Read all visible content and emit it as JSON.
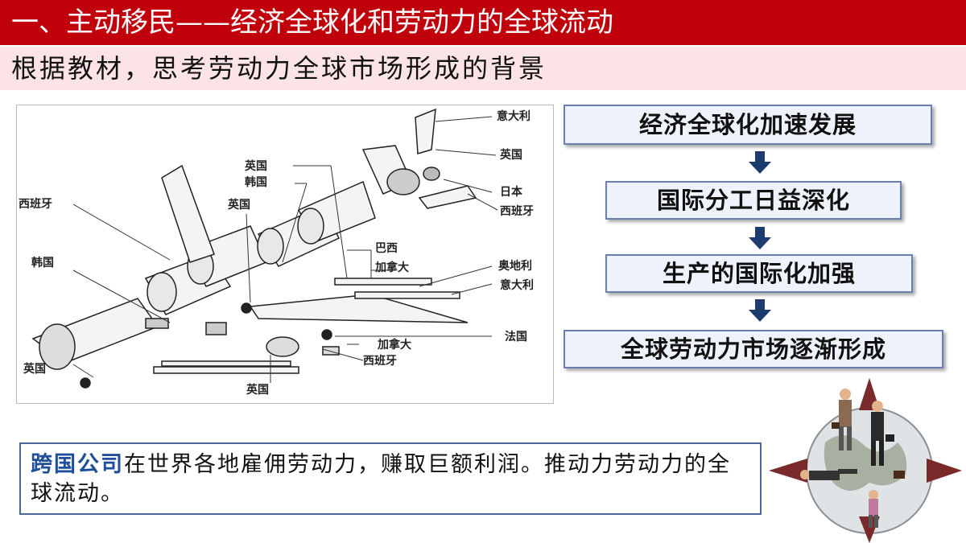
{
  "title": "一、主动移民——经济全球化和劳动力的全球流动",
  "subtitle": "根据教材，思考劳动力全球市场形成的背景",
  "diagram": {
    "labels": {
      "italy_top": "意大利",
      "uk_tail": "英国",
      "japan": "日本",
      "spain_tail": "西班牙",
      "uk_1": "英国",
      "korea_1": "韩国",
      "spain_left": "西班牙",
      "uk_2": "英国",
      "brazil": "巴西",
      "canada_1": "加拿大",
      "korea_2": "韩国",
      "austria": "奥地利",
      "italy_2": "意大利",
      "france": "法国",
      "canada_2": "加拿大",
      "spain_bottom": "西班牙",
      "uk_left": "英国",
      "uk_bottom": "英国"
    }
  },
  "flow": {
    "step1": "经济全球化加速发展",
    "step2": "国际分工日益深化",
    "step3": "生产的国际化加强",
    "step4": "全球劳动力市场逐渐形成"
  },
  "note": {
    "highlight": "跨国公司",
    "rest": "在世界各地雇佣劳动力，赚取巨额利润。推动力劳动力的全球流动。"
  },
  "colors": {
    "title_bg": "#c0000b",
    "subtitle_bg": "#fbe3e6",
    "flow_border": "#6a7fb0",
    "arrow": "#1e3a6e",
    "highlight": "#1f4e9a"
  }
}
